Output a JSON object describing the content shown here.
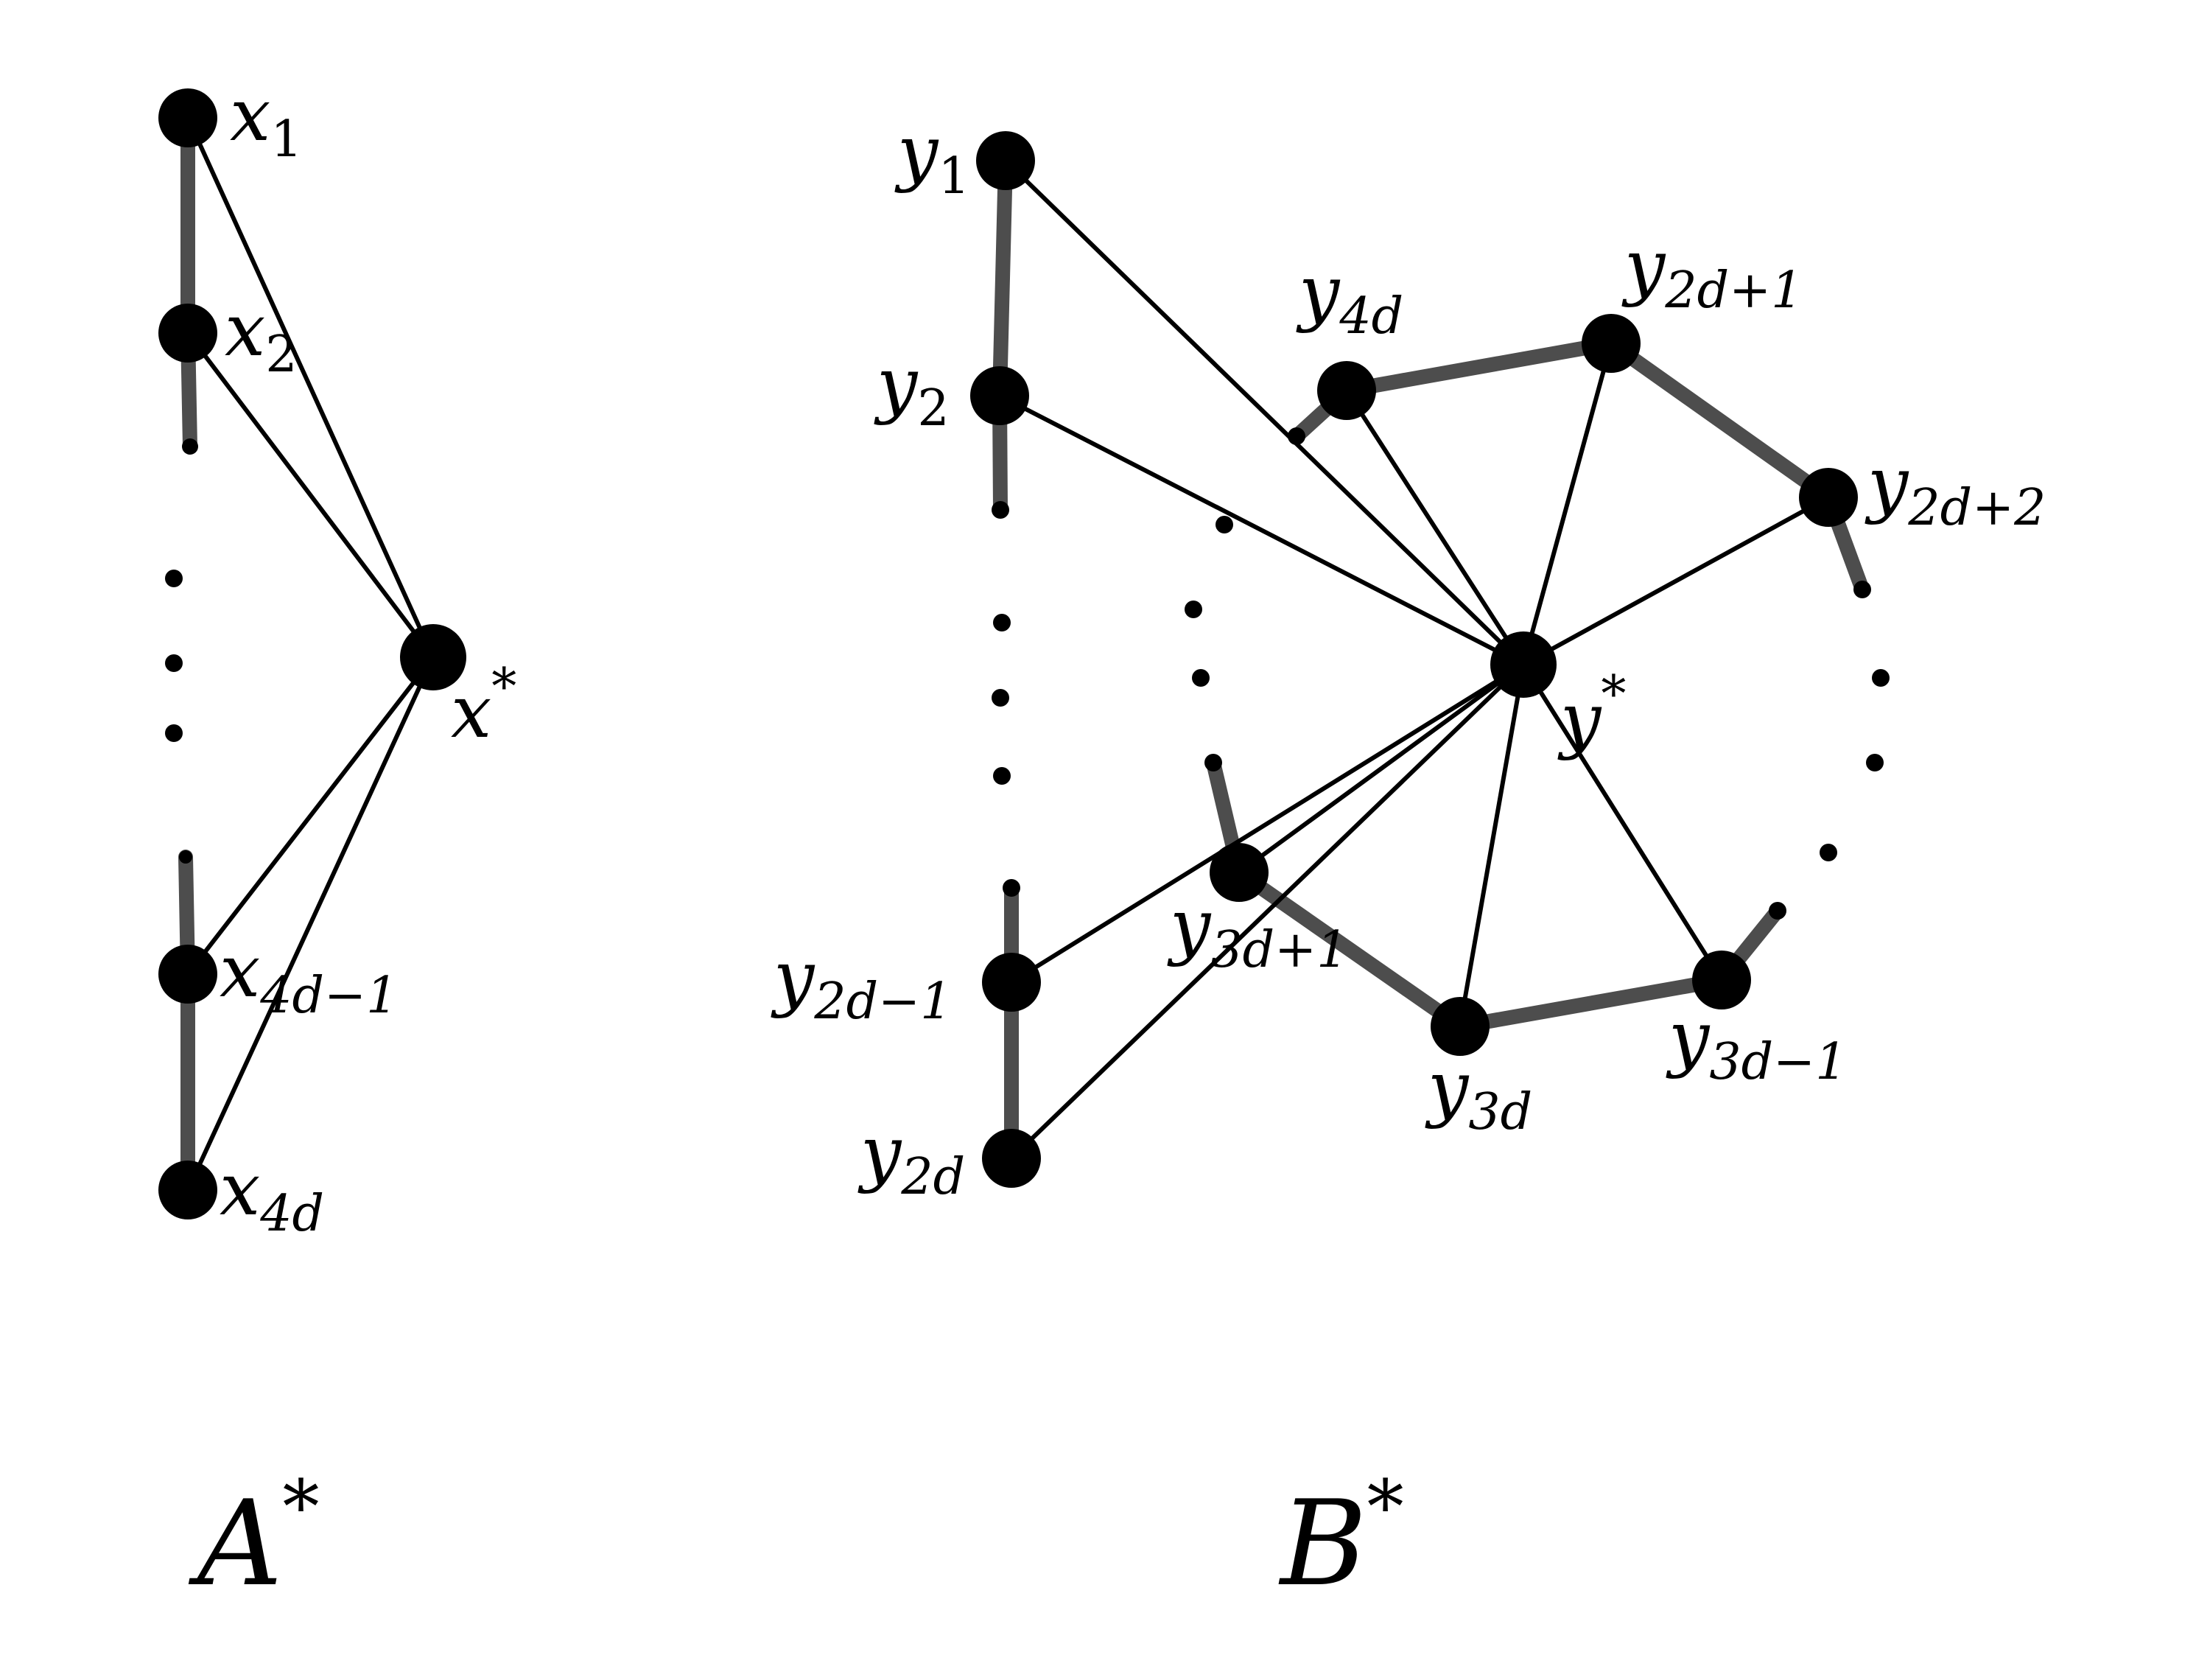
{
  "graph_a": {
    "caption": {
      "main": "A",
      "sup": "*"
    },
    "labels": {
      "x1": {
        "main": "x",
        "sub": "1"
      },
      "x2": {
        "main": "x",
        "sub": "2"
      },
      "x4dm1": {
        "main": "x",
        "sub": "4d−1"
      },
      "x4d": {
        "main": "x",
        "sub": "4d"
      },
      "xstar": {
        "main": "x",
        "sup": "*"
      }
    }
  },
  "graph_b": {
    "caption": {
      "main": "B",
      "sup": "*"
    },
    "labels": {
      "y1": {
        "main": "y",
        "sub": "1"
      },
      "y2": {
        "main": "y",
        "sub": "2"
      },
      "y2dm1": {
        "main": "y",
        "sub": "2d−1"
      },
      "y2d": {
        "main": "y",
        "sub": "2d"
      },
      "y4d": {
        "main": "y",
        "sub": "4d"
      },
      "y2dp1": {
        "main": "y",
        "sub": "2d+1"
      },
      "y2dp2": {
        "main": "y",
        "sub": "2d+2"
      },
      "ystar": {
        "main": "y",
        "sup": "*"
      },
      "y3dp1": {
        "main": "y",
        "sub": "3d+1"
      },
      "y3d": {
        "main": "y",
        "sub": "3d"
      },
      "y3dm1": {
        "main": "y",
        "sub": "3d−1"
      }
    }
  },
  "colors": {
    "node": "#000000",
    "thin_edge": "#000000",
    "thick_edge": "#4d4d4d"
  }
}
